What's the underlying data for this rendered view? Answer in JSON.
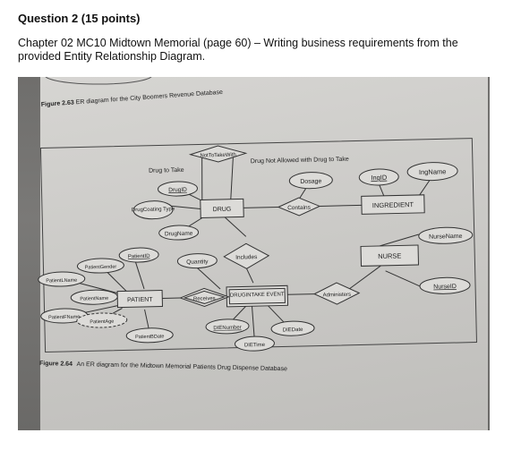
{
  "question": {
    "title": "Question 2 (15 points)",
    "description": "Chapter 02 MC10 Midtown Memorial (page 60) – Writing business requirements from the provided Entity Relationship Diagram."
  },
  "photo": {
    "figure_263": {
      "label": "Figure 2.63",
      "caption": "ER diagram for the City Boomers Revenue Database"
    },
    "figure_264": {
      "label": "Figure 2.64",
      "caption": "An ER diagram for the Midtown Memorial Patients Drug Dispense Database"
    },
    "diagram": {
      "entities": {
        "drug": "DRUG",
        "ingredient": "INGREDIENT",
        "nurse": "NURSE",
        "patient": "PATIENT",
        "drugintake": "DRUGINTAKE EVENT"
      },
      "relationships": {
        "not_to_take_with": "NotToTakeWith",
        "contains": "Contains",
        "includes": "Includes",
        "receives": "Receives",
        "administers": "Administers"
      },
      "attributes": {
        "drug_id": "DrugID",
        "drug_coating_type": "DrugCoating Type",
        "drug_name": "DrugName",
        "ing_id": "IngID",
        "ing_name": "IngName",
        "dosage": "Dosage",
        "nurse_name": "NurseName",
        "nurse_id": "NurseID",
        "patient_id": "PatientID",
        "patient_gender": "PatientGender",
        "patient_lname": "PatientLName",
        "patient_name": "PatientName",
        "patient_fname": "PatientFName",
        "patient_age": "PatientAge",
        "patient_bdate": "PatientBDate",
        "quantity": "Quantity",
        "die_number": "DIENumber",
        "die_date": "DIEDate",
        "die_time": "DIETime"
      },
      "annotations": {
        "drug_to_take": "Drug to Take",
        "not_allowed": "Drug Not Allowed with Drug to Take"
      }
    }
  }
}
